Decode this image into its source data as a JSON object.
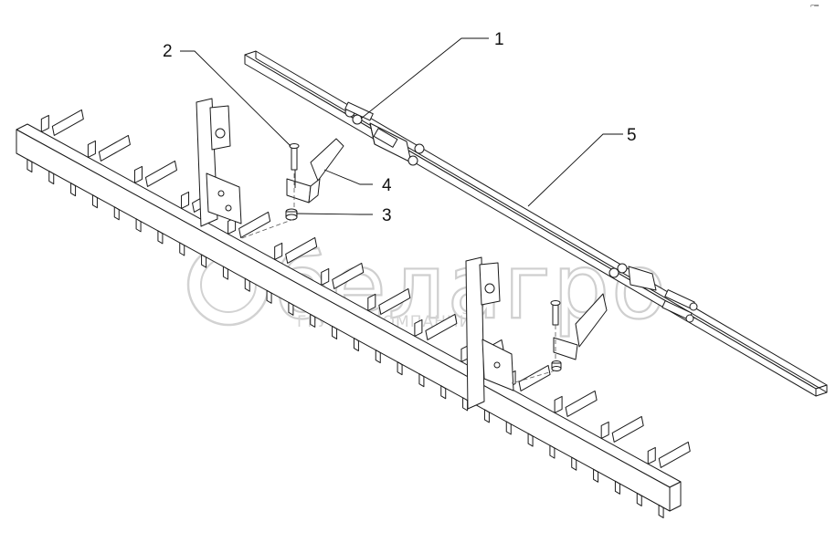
{
  "corner_mark": "⌐═",
  "watermark": {
    "brand": "белагро",
    "subtitle": "ГРУППА КОМПАНИЙ"
  },
  "callouts": [
    {
      "id": "1",
      "label": "1"
    },
    {
      "id": "2",
      "label": "2"
    },
    {
      "id": "3",
      "label": "3"
    },
    {
      "id": "4",
      "label": "4"
    },
    {
      "id": "5",
      "label": "5"
    }
  ]
}
